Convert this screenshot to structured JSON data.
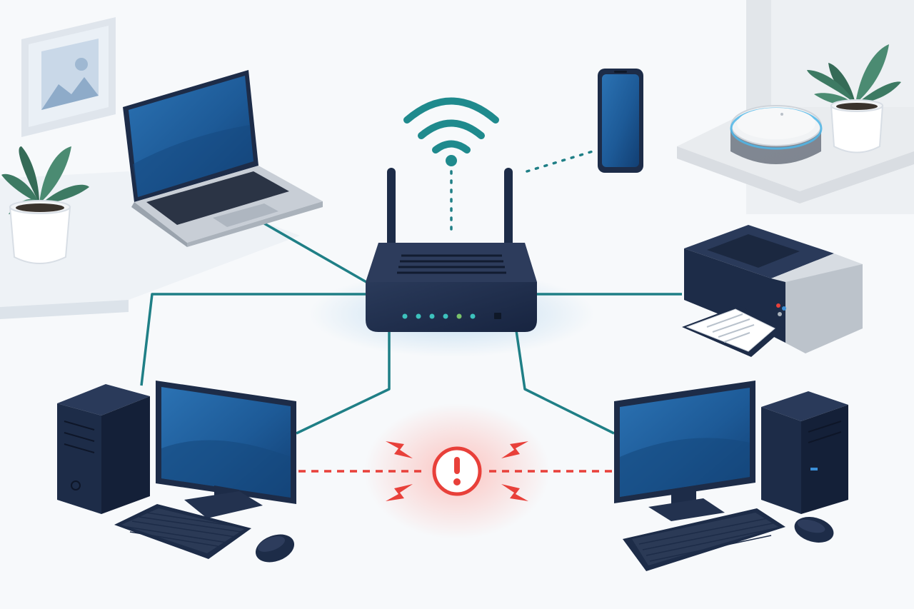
{
  "diagram": {
    "type": "home-network-illustration",
    "text_labels": [],
    "central_device": "wireless-router",
    "devices": [
      {
        "id": "router",
        "icon": "router-icon",
        "connection": "hub"
      },
      {
        "id": "laptop",
        "icon": "laptop-icon",
        "connection": "wired"
      },
      {
        "id": "smartphone",
        "icon": "smartphone-icon",
        "connection": "wireless"
      },
      {
        "id": "smart-speaker",
        "icon": "smart-speaker-icon",
        "connection": "none-shown"
      },
      {
        "id": "printer",
        "icon": "printer-icon",
        "connection": "wired"
      },
      {
        "id": "desktop-left",
        "icon": "desktop-computer-icon",
        "connection": "wired"
      },
      {
        "id": "desktop-right",
        "icon": "desktop-computer-icon",
        "connection": "wired"
      }
    ],
    "links": [
      {
        "from": "router",
        "to": "laptop",
        "style": "solid"
      },
      {
        "from": "router",
        "to": "printer",
        "style": "solid"
      },
      {
        "from": "router",
        "to": "desktop-left",
        "style": "solid"
      },
      {
        "from": "router",
        "to": "desktop-right",
        "style": "solid"
      },
      {
        "from": "router",
        "to": "smartphone",
        "style": "dotted"
      },
      {
        "from": "desktop-left",
        "to": "desktop-right",
        "style": "dashed",
        "status": "error"
      }
    ],
    "alert": {
      "icon": "exclamation-alert-icon",
      "meaning": "connection-conflict"
    },
    "decor": [
      "wall-picture-icon",
      "potted-plant-icon",
      "potted-plant-icon"
    ]
  },
  "colors": {
    "background": "#f7f9fb",
    "device_navy": "#1d2c48",
    "screen_blue": "#1f5f9c",
    "link_teal": "#1f7f86",
    "alert_red": "#e8403a",
    "plant_green": "#3d7a63",
    "led_teal": "#3dc2bd",
    "led_green": "#79c26a"
  }
}
